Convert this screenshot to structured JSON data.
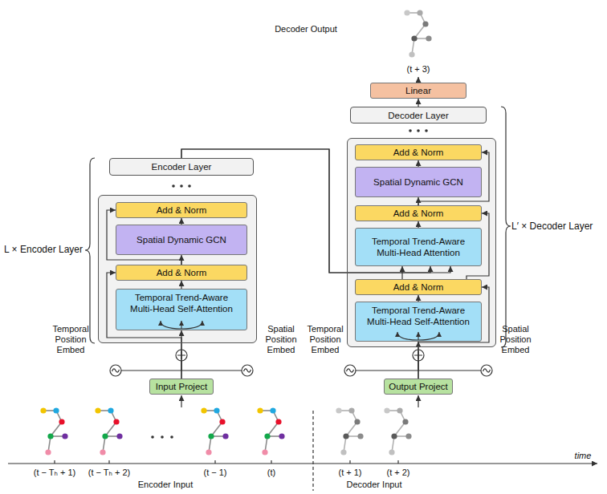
{
  "diagram": {
    "nodes": [
      {
        "text": [
          "Encoder Layer"
        ]
      },
      {
        "text": [
          "L × Encoder Layer"
        ]
      },
      {
        "text": [
          "Add & Norm"
        ],
        "in": 1
      },
      {
        "text": [
          "Spatial Dynamic GCN"
        ],
        "in": 1
      },
      {
        "text": [
          "Add & Norm"
        ],
        "in": 1
      },
      {
        "text": [
          "Temporal Trend-Aware Multi-Head Self-Attention"
        ],
        "in": 1
      },
      {
        "text": [
          "Input Project"
        ]
      },
      {
        "text": [
          "Linear"
        ]
      },
      {
        "text": [
          "Decoder Layer"
        ]
      },
      {
        "text": [
          "L′ × Decoder Layer"
        ]
      },
      {
        "text": [
          "Add & Norm"
        ],
        "in": 9
      },
      {
        "text": [
          "Spatial Dynamic GCN"
        ],
        "in": 9
      },
      {
        "text": [
          "Add & Norm"
        ],
        "in": 9
      },
      {
        "text": [
          "Temporal Trend-Aware Multi-Head Attention"
        ],
        "in": 9
      },
      {
        "text": [
          "Add & Norm"
        ],
        "in": 9
      },
      {
        "text": [
          "Temporal Trend-Aware Multi-Head Self-Attention"
        ],
        "in": 9
      },
      {
        "text": [
          "Output Project"
        ]
      }
    ],
    "edges": [
      {
        "from": 6,
        "to": 5,
        "arrow": "to"
      },
      {
        "from": 5,
        "to": 4,
        "arrow": "to"
      },
      {
        "from": 4,
        "to": 3,
        "arrow": "to"
      },
      {
        "from": 3,
        "to": 2,
        "arrow": "to"
      },
      {
        "from": 6,
        "to": 4,
        "arrow": "to"
      },
      {
        "from": 4,
        "to": 2,
        "arrow": "to"
      },
      {
        "from": 0,
        "to": 13,
        "arrow": "to"
      },
      {
        "from": 0,
        "to": 13,
        "arrow": "to"
      },
      {
        "from": 16,
        "to": 15,
        "arrow": "to"
      },
      {
        "from": 15,
        "to": 14,
        "arrow": "to"
      },
      {
        "from": 14,
        "to": 13,
        "arrow": "to"
      },
      {
        "from": 13,
        "to": 12,
        "arrow": "to"
      },
      {
        "from": 12,
        "to": 11,
        "arrow": "to"
      },
      {
        "from": 11,
        "to": 10,
        "arrow": "to"
      },
      {
        "from": 16,
        "to": 14,
        "arrow": "to"
      },
      {
        "from": 14,
        "to": 12,
        "arrow": "to"
      },
      {
        "from": 12,
        "to": 10,
        "arrow": "to"
      },
      {
        "from": 8,
        "to": 7,
        "arrow": "to"
      }
    ],
    "labels": [
      "Decoder Output",
      "(t + 3)",
      "Temporal Position Embed",
      "Spatial Position Embed",
      "Temporal Position Embed",
      "Spatial Position Embed",
      "(t − Tₕ + 1)",
      "(t − Tₕ + 2)",
      "(t − 1)",
      "(t)",
      "(t + 1)",
      "(t + 2)",
      "time",
      "Encoder Input",
      "Decoder Input"
    ]
  }
}
